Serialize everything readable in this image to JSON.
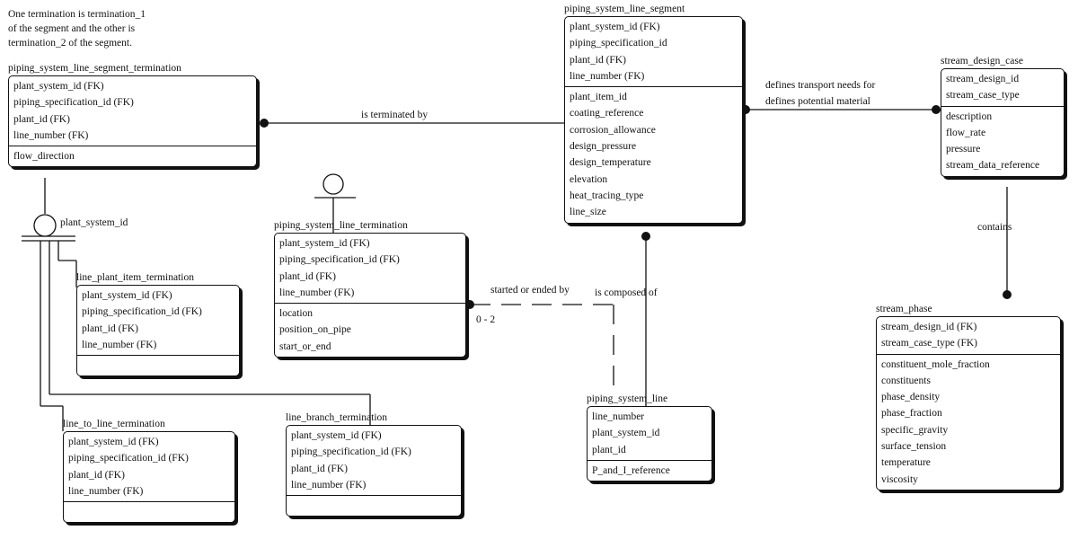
{
  "note": {
    "lines": [
      "One termination is termination_1",
      "of the segment and the other is",
      "termination_2 of the segment."
    ]
  },
  "entities": [
    {
      "id": "psl-segment-termination",
      "title": "piping_system_line_segment_termination",
      "keys": [
        "plant_system_id (FK)",
        "piping_specification_id (FK)",
        "plant_id (FK)",
        "line_number (FK)"
      ],
      "attributes": [
        "flow_direction"
      ]
    },
    {
      "id": "psl-segment",
      "title": "piping_system_line_segment",
      "keys": [
        "plant_system_id (FK)",
        "piping_specification_id",
        "plant_id (FK)",
        "line_number (FK)"
      ],
      "attributes": [
        "plant_item_id",
        "coating_reference",
        "corrosion_allowance",
        "design_pressure",
        "design_temperature",
        "elevation",
        "heat_tracing_type",
        "line_size"
      ]
    },
    {
      "id": "stream-design-case",
      "title": "stream_design_case",
      "keys": [
        "stream_design_id",
        "stream_case_type"
      ],
      "attributes": [
        "description",
        "flow_rate",
        "pressure",
        "stream_data_reference"
      ]
    },
    {
      "id": "line-plant-item-termination",
      "title": "line_plant_item_termination",
      "keys": [
        "plant_system_id (FK)",
        "piping_specification_id (FK)",
        "plant_id (FK)",
        "line_number (FK)"
      ],
      "attributes": [
        ""
      ]
    },
    {
      "id": "psl-termination",
      "title": "piping_system_line_termination",
      "keys": [
        "plant_system_id (FK)",
        "piping_specification_id (FK)",
        "plant_id (FK)",
        "line_number (FK)"
      ],
      "attributes": [
        "location",
        "position_on_pipe",
        "start_or_end"
      ]
    },
    {
      "id": "stream-phase",
      "title": "stream_phase",
      "keys": [
        "stream_design_id (FK)",
        "stream_case_type (FK)"
      ],
      "attributes": [
        "constituent_mole_fraction",
        "constituents",
        "phase_density",
        "phase_fraction",
        "specific_gravity",
        "surface_tension",
        "temperature",
        "viscosity"
      ]
    },
    {
      "id": "piping-system-line",
      "title": "piping_system_line",
      "keys": [
        "line_number",
        "plant_system_id",
        "plant_id"
      ],
      "attributes": [
        "P_and_I_reference"
      ]
    },
    {
      "id": "line-to-line-termination",
      "title": "line_to_line_termination",
      "keys": [
        "plant_system_id (FK)",
        "piping_specification_id (FK)",
        "plant_id (FK)",
        "line_number (FK)"
      ],
      "attributes": [
        ""
      ]
    },
    {
      "id": "line-branch-termination",
      "title": "line_branch_termination",
      "keys": [
        "plant_system_id (FK)",
        "piping_specification_id (FK)",
        "plant_id (FK)",
        "line_number (FK)"
      ],
      "attributes": [
        ""
      ]
    }
  ],
  "relationships": {
    "is_terminated_by": "is terminated by",
    "defines_transport": "defines transport needs for",
    "defines_material": "defines potential material",
    "contains": "contains",
    "started_or_ended_by": "started or ended by",
    "is_composed_of": "is composed of",
    "cardinality_0_2": "0 - 2",
    "discriminator": "plant_system_id"
  }
}
